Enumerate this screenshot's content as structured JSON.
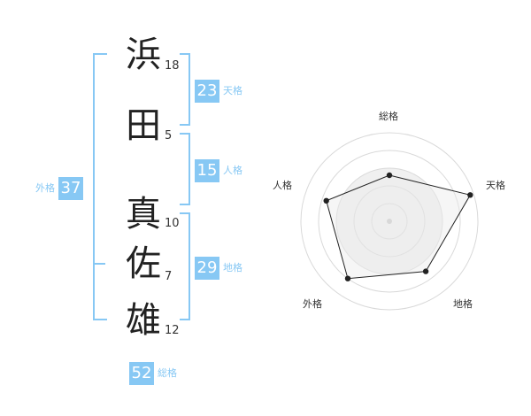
{
  "name": {
    "characters": [
      {
        "kanji": "浜",
        "strokes": "18"
      },
      {
        "kanji": "田",
        "strokes": "5"
      },
      {
        "kanji": "真",
        "strokes": "10"
      },
      {
        "kanji": "佐",
        "strokes": "7"
      },
      {
        "kanji": "雄",
        "strokes": "12"
      }
    ]
  },
  "kaku": {
    "tenkaku": {
      "value": "23",
      "label": "天格"
    },
    "jinkaku": {
      "value": "15",
      "label": "人格"
    },
    "chikaku": {
      "value": "29",
      "label": "地格"
    },
    "gaikaku": {
      "value": "37",
      "label": "外格"
    },
    "soukaku": {
      "value": "52",
      "label": "総格"
    }
  },
  "colors": {
    "accent": "#87c8f4",
    "radar_fill": "#f0f0f0",
    "radar_grid": "#d9d9d9"
  },
  "chart_data": {
    "type": "radar",
    "axes": [
      "総格",
      "天格",
      "地格",
      "外格",
      "人格"
    ],
    "values": [
      0.52,
      0.96,
      0.7,
      0.8,
      0.75
    ],
    "grid_rings": 5,
    "max": 1.0
  }
}
